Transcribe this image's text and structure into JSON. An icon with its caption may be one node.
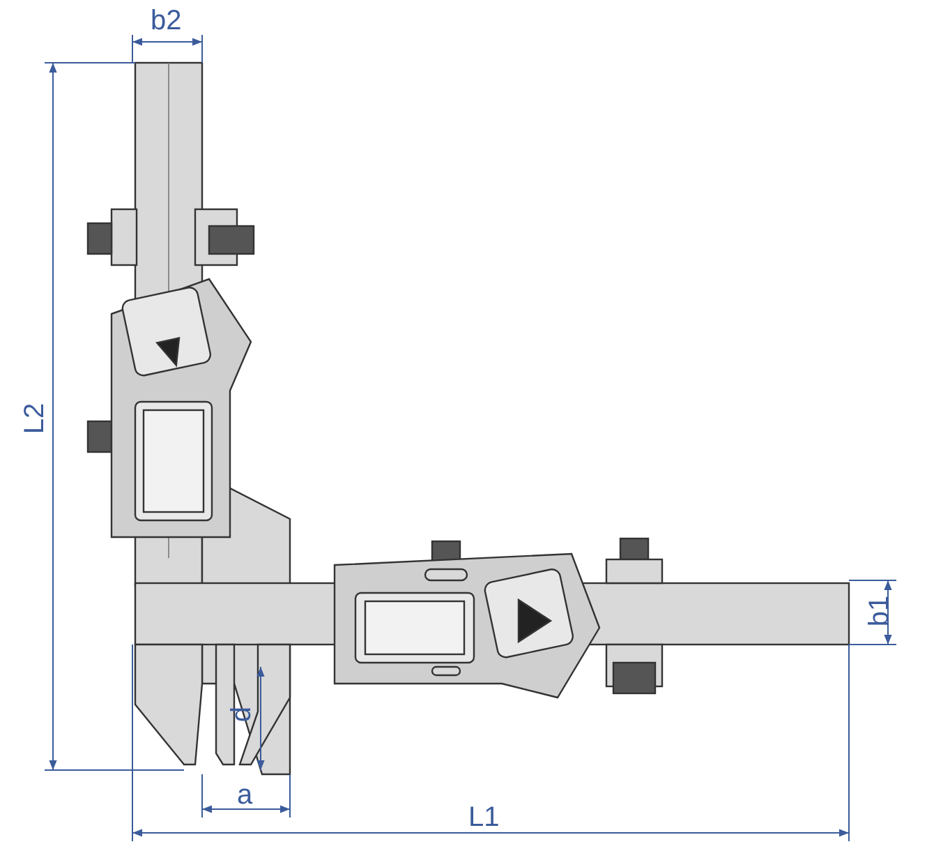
{
  "diagram": {
    "labels": [
      "b2",
      "L2",
      "b1",
      "d",
      "a",
      "L1"
    ]
  }
}
